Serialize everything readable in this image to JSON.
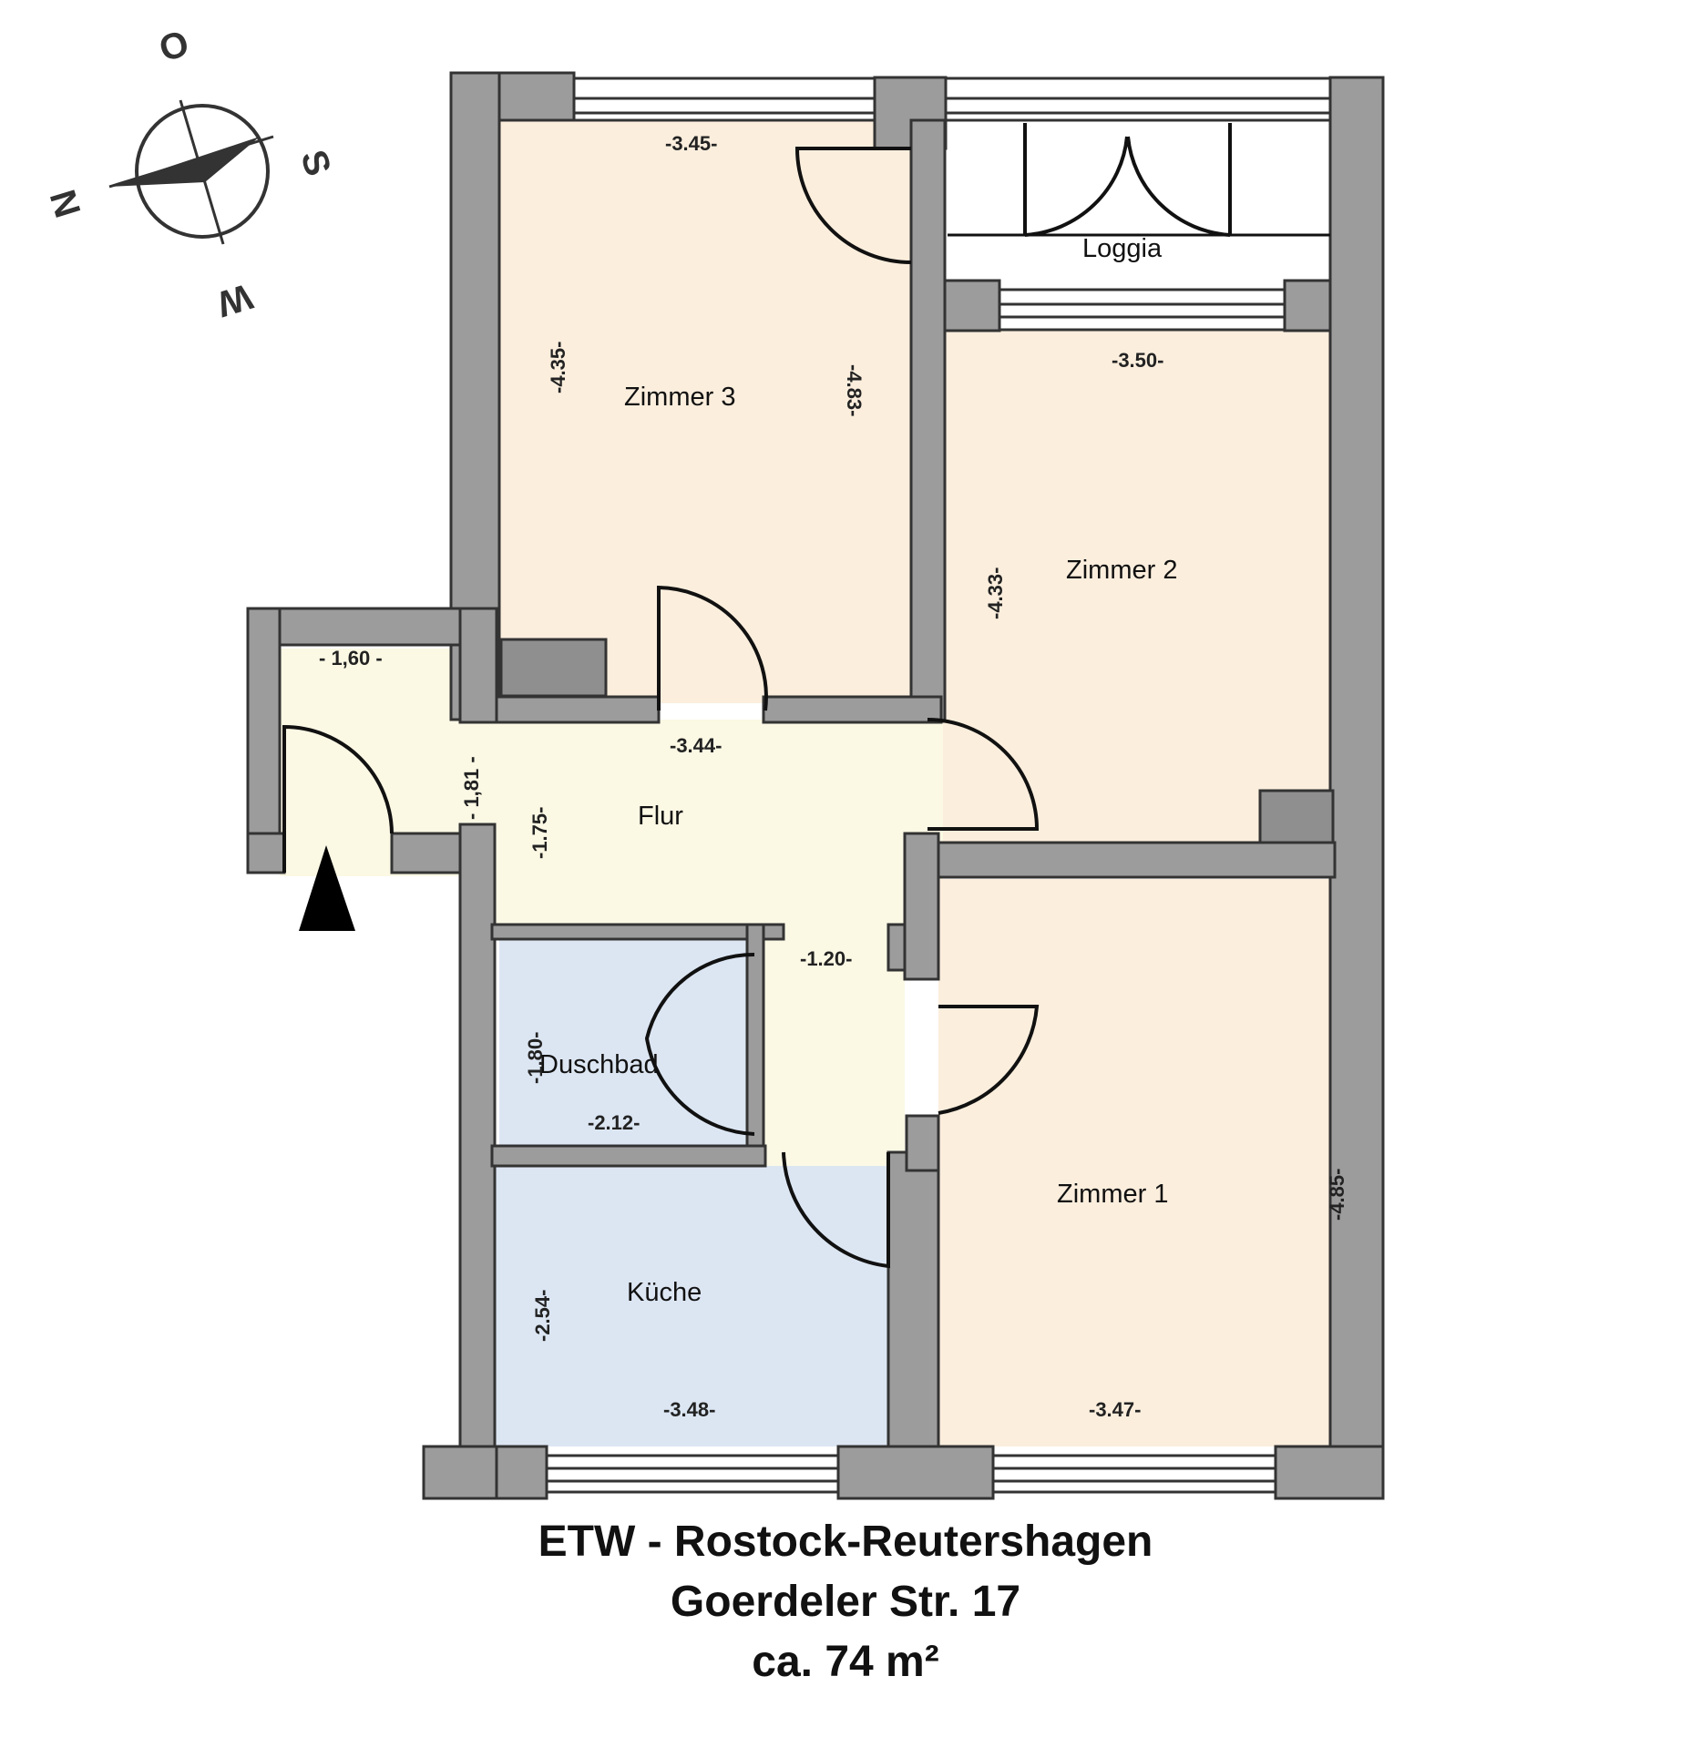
{
  "compass": {
    "north": "N",
    "east": "O",
    "south": "S",
    "west": "W"
  },
  "rooms": {
    "loggia": "Loggia",
    "zimmer3": "Zimmer 3",
    "zimmer2": "Zimmer 2",
    "zimmer1": "Zimmer 1",
    "flur": "Flur",
    "duschbad": "Duschbad",
    "kueche": "Küche"
  },
  "dimensions": {
    "zimmer3_width": "-3.45-",
    "zimmer3_height_left": "-4.35-",
    "zimmer3_height_right": "-4.83-",
    "zimmer2_width": "-3.50-",
    "zimmer2_height": "-4.33-",
    "entry_width": "- 1,60 -",
    "entry_height": "- 1,81 -",
    "flur_width": "-3.44-",
    "flur_height": "-1.75-",
    "corridor_width": "-1.20-",
    "duschbad_height": "-1.80-",
    "duschbad_width": "-2.12-",
    "kueche_height": "-2.54-",
    "kueche_width": "-3.48-",
    "zimmer1_height": "-4.85-",
    "zimmer1_width": "-3.47-"
  },
  "colors": {
    "room_warm": "#fbeedd",
    "room_flur": "#fbf8e4",
    "room_blue": "#dce6f3",
    "wall": "#9c9c9c"
  },
  "caption": {
    "line1": "ETW - Rostock-Reutershagen",
    "line2": "Goerdeler Str. 17",
    "line3": "ca. 74 m²"
  }
}
